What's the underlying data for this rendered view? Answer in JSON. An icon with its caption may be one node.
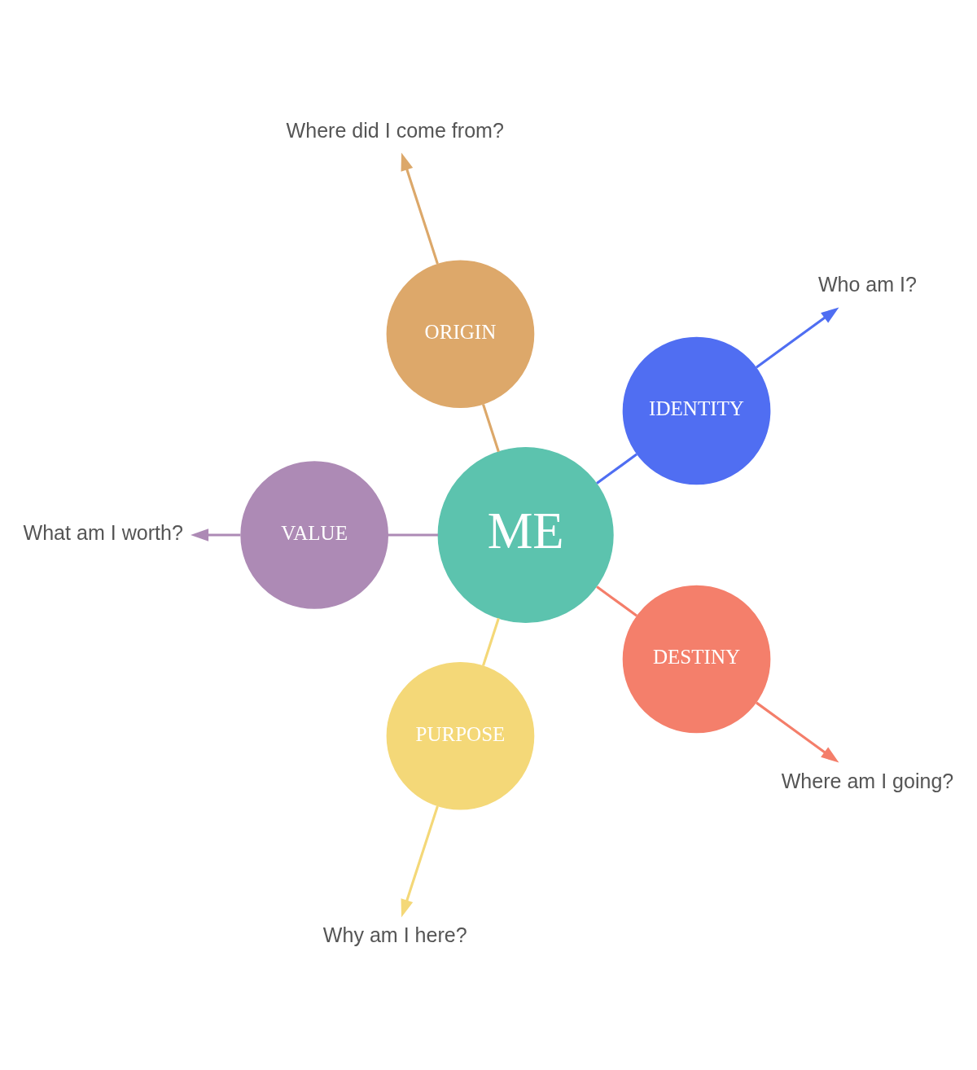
{
  "diagram": {
    "nodes": [
      {
        "text": [
          "IDENTITY"
        ]
      },
      {
        "text": [
          "Who am I?"
        ]
      },
      {
        "text": [
          "ORIGIN"
        ]
      },
      {
        "text": [
          "VALUE"
        ]
      },
      {
        "text": [
          "What am I worth?"
        ]
      },
      {
        "text": [
          "Where did I come from?"
        ]
      },
      {
        "text": [
          "ME"
        ]
      },
      {
        "text": [
          "Why am I here?"
        ]
      },
      {
        "text": [
          "Where am I going?"
        ]
      },
      {
        "text": [
          "PURPOSE"
        ]
      },
      {
        "text": [
          "DESTINY"
        ]
      }
    ],
    "edges": [
      {
        "from": 0,
        "to": 6,
        "arrow": "none",
        "color": "#4f6ef2"
      },
      {
        "from": 0,
        "to": 1,
        "arrow": "to",
        "color": "#4f6ef2"
      },
      {
        "from": 2,
        "to": 6,
        "arrow": "none",
        "color": "#dca86a"
      },
      {
        "from": 2,
        "to": 5,
        "arrow": "to",
        "color": "#dca86a"
      },
      {
        "from": 3,
        "to": 6,
        "arrow": "none",
        "color": "#ad8ab5"
      },
      {
        "from": 3,
        "to": 4,
        "arrow": "to",
        "color": "#ad8ab5"
      },
      {
        "from": 9,
        "to": 6,
        "arrow": "none",
        "color": "#f4d878"
      },
      {
        "from": 9,
        "to": 7,
        "arrow": "to",
        "color": "#f4d878"
      },
      {
        "from": 10,
        "to": 6,
        "arrow": "none",
        "color": "#f47e6a"
      },
      {
        "from": 10,
        "to": 8,
        "arrow": "to",
        "color": "#f47e6a"
      }
    ]
  }
}
